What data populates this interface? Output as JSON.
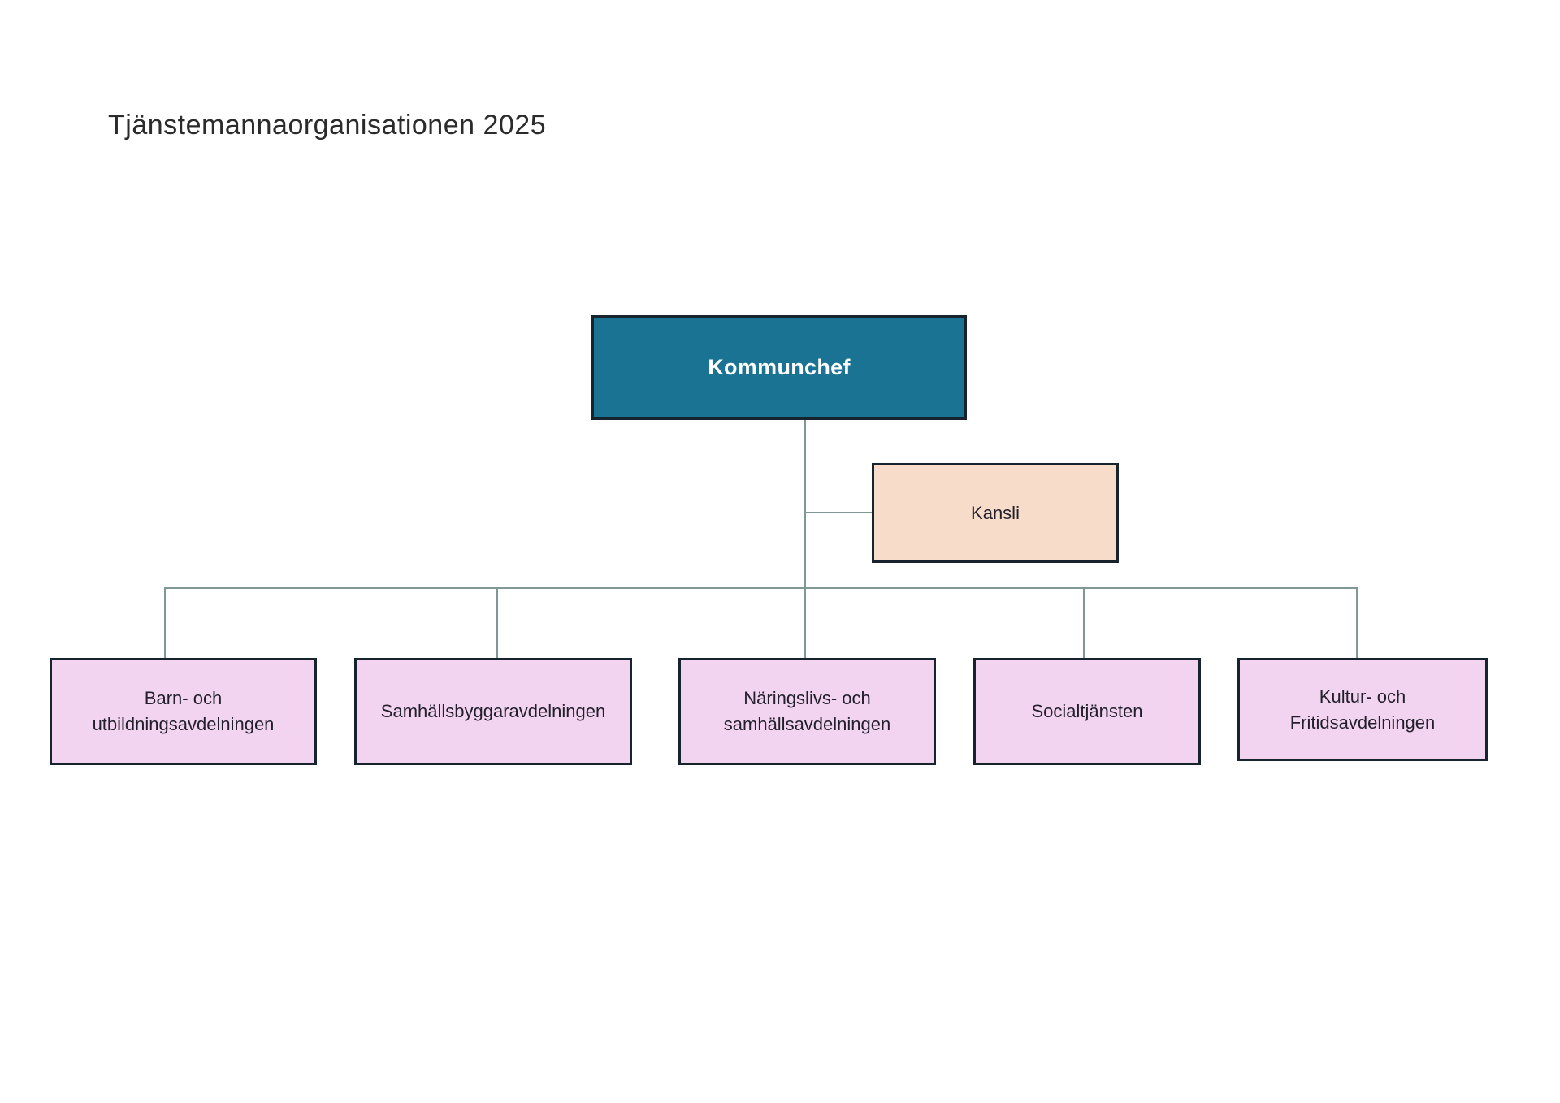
{
  "title": "Tjänstemannaorganisationen 2025",
  "org": {
    "root": {
      "label": "Kommunchef"
    },
    "staff": {
      "label": "Kansli"
    },
    "departments": [
      {
        "label": "Barn- och\nutbildningsavdelningen"
      },
      {
        "label": "Samhällsbyggaravdelningen"
      },
      {
        "label": "Näringslivs- och\nsamhällsavdelningen"
      },
      {
        "label": "Socialtjänsten"
      },
      {
        "label": "Kultur- och\nFritidsavdelningen"
      }
    ]
  },
  "colors": {
    "page-bg": "#ffffff",
    "title-text": "#2b2b2b",
    "node-border": "#17242e",
    "root-fill": "#1b7394",
    "root-text": "#ffffff",
    "staff-fill": "#f8dcca",
    "dept-fill": "#f3d4f0",
    "node-text": "#201f2b",
    "line": "#7f9795"
  }
}
